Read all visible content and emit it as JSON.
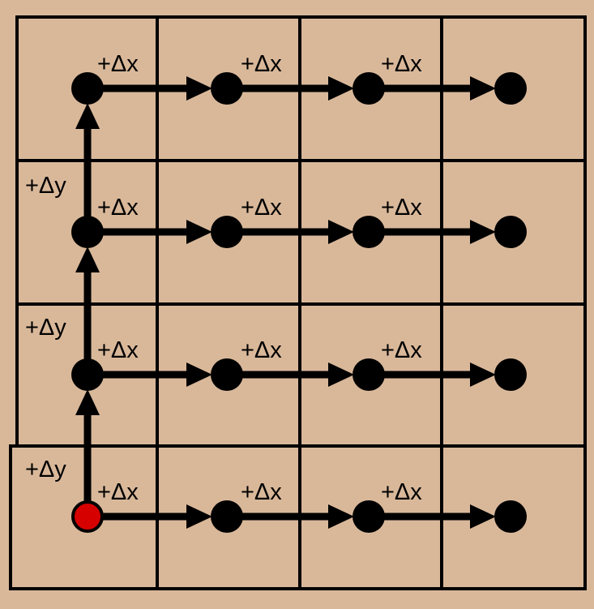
{
  "colors": {
    "background": "#d9b89a",
    "grid_line": "#000000",
    "node": "#000000",
    "start_node": "#d60000",
    "arrow": "#000000"
  },
  "grid": {
    "columns": 4,
    "rows": 4
  },
  "labels": {
    "dx": "+Δx",
    "dy": "+Δy"
  },
  "nodes": {
    "start": {
      "col": 0,
      "row": 0
    }
  }
}
